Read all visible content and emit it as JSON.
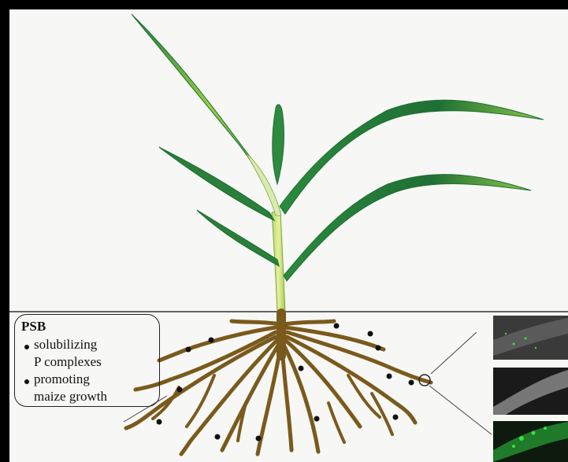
{
  "psb_box": {
    "title": "PSB",
    "items": [
      {
        "lines": [
          "solubilizing",
          "P complexes"
        ]
      },
      {
        "lines": [
          "promoting",
          "maize growth"
        ]
      }
    ]
  },
  "colors": {
    "leaf_light": "#a8d44a",
    "leaf_dark": "#1f7a3a",
    "stem": "#cfe27a",
    "root": "#7a5a1c",
    "soil_line": "#333333",
    "fluorescence": "#39e03f"
  },
  "micrographs": [
    "dark-root-image",
    "dark-root-image",
    "green-fluorescence-image"
  ]
}
